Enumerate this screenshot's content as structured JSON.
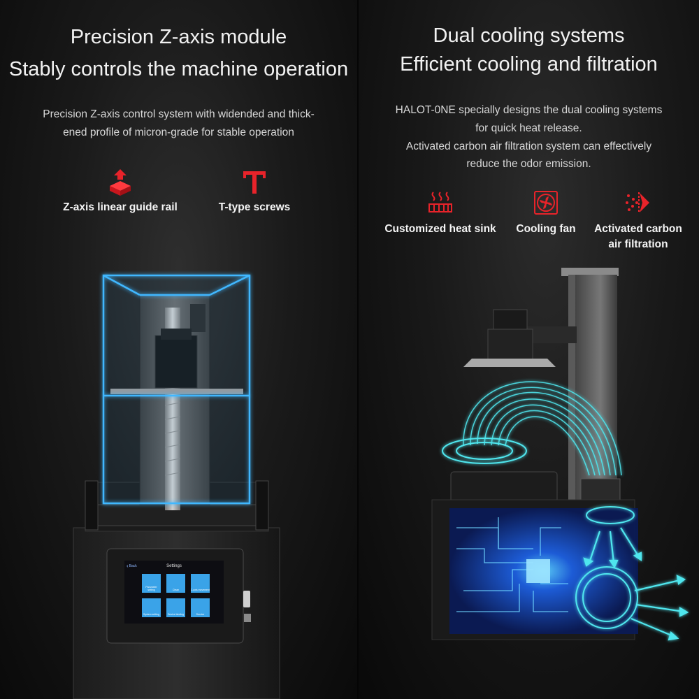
{
  "left": {
    "title_line1": "Precision Z-axis module",
    "title_line2": "Stably controls the machine operation",
    "desc_line1": "Precision Z-axis control system with widended and thick-",
    "desc_line2": "ened profile of micron-grade for stable operation",
    "features": [
      {
        "label": "Z-axis linear guide rail",
        "icon": "box-up-arrow-icon"
      },
      {
        "label": "T-type screws",
        "icon": "t-letter-icon"
      }
    ],
    "screen": {
      "back_label": "Back",
      "title": "Settings",
      "tiles": [
        "Parameter setting",
        "Clean",
        "Z-axis movement",
        "System setting",
        "Device binding",
        "Service"
      ]
    }
  },
  "right": {
    "title_line1": "Dual cooling systems",
    "title_line2": "Efficient cooling and filtration",
    "desc_line1": "HALOT-0NE specially designs the dual cooling systems",
    "desc_line2": "for quick heat release.",
    "desc_line3": "Activated carbon air filtration system can effectively",
    "desc_line4": "reduce the odor emission.",
    "features": [
      {
        "label": "Customized heat sink",
        "label2": "",
        "icon": "heat-sink-icon"
      },
      {
        "label": "Cooling fan",
        "label2": "",
        "icon": "fan-icon"
      },
      {
        "label": "Activated carbon",
        "label2": "air filtration",
        "icon": "air-filter-icon"
      }
    ]
  },
  "colors": {
    "accent_red": "#e8232a",
    "glow_blue": "#3fb8ff",
    "glow_cyan": "#4fe6ee"
  }
}
